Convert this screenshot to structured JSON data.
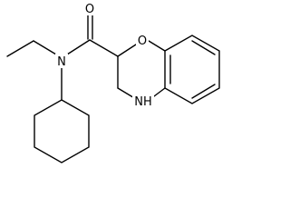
{
  "molecule": {
    "atoms": {
      "carbonyl_oxygen": "O",
      "amide_nitrogen": "N",
      "ring_oxygen": "O",
      "ring_amine": "NH"
    }
  },
  "colors": {
    "bond": "#000000",
    "label": "#000000",
    "background": "#ffffff"
  }
}
